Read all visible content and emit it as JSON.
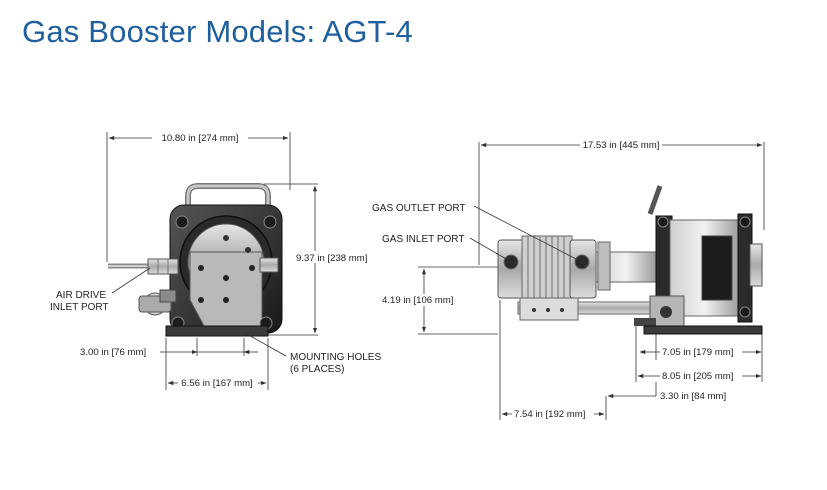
{
  "title": "Gas Booster Models: AGT-4",
  "front_view": {
    "width_dim": "10.80 in [274 mm]",
    "height_dim": "9.37 in [238 mm]",
    "base_dim": "3.00 in [76 mm]",
    "mount_dim": "6.56 in [167 mm]",
    "air_drive_label": [
      "AIR DRIVE",
      "INLET PORT"
    ],
    "mounting_label": [
      "MOUNTING HOLES",
      "(6 PLACES)"
    ]
  },
  "side_view": {
    "length_dim": "17.53 in [445 mm]",
    "port_height_dim": "4.19 in [106 mm]",
    "gas_outlet_label": "GAS OUTLET PORT",
    "gas_inlet_label": "GAS INLET PORT",
    "dim_705": "7.05 in [179 mm]",
    "dim_805": "8.05 in [205 mm]",
    "dim_330": "3.30 in [84 mm]",
    "dim_754": "7.54 in [192 mm]"
  },
  "colors": {
    "title": "#1f5f9e"
  }
}
